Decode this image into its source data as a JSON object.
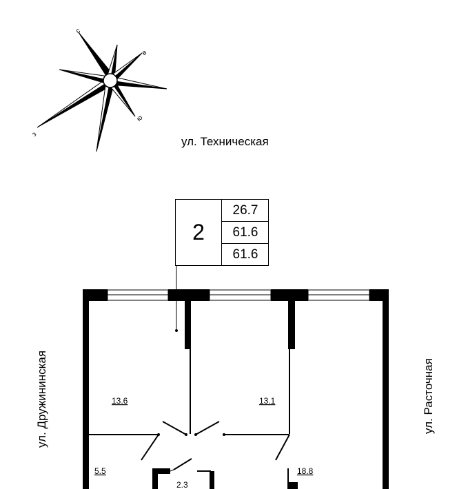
{
  "compass": {
    "north": "с",
    "east": "в",
    "south": "ю",
    "west": "з"
  },
  "streets": {
    "top": "ул. Техническая",
    "left": "ул. Дружининская",
    "right": "ул. Расточная"
  },
  "apartment_label": {
    "rooms": "2",
    "values": [
      "26.7",
      "61.6",
      "61.6"
    ]
  },
  "room_areas": [
    "13.6",
    "13.1",
    "5.5",
    "2.3",
    "18.8"
  ]
}
